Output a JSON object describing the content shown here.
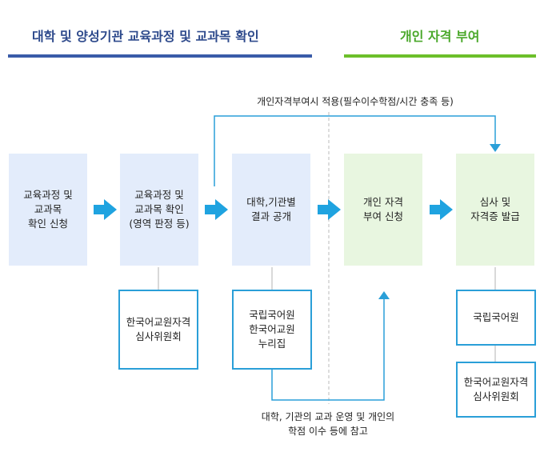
{
  "headers": {
    "left": "대학 및 양성기관 교육과정 및 교과목 확인",
    "right": "개인 자격 부여"
  },
  "notes": {
    "top": "개인자격부여시 적용(필수이수학점/시간 충족 등)",
    "bottom": "대학, 기관의 교과 운영 및 개인의\n학점 이수 등에 참고"
  },
  "steps": [
    {
      "label": "교육과정 및\n교과목\n확인 신청"
    },
    {
      "label": "교육과정 및\n교과목 확인\n(영역 판정 등)"
    },
    {
      "label": "대학,기관별\n결과 공개"
    },
    {
      "label": "개인 자격\n부여 신청"
    },
    {
      "label": "심사 및\n자격증 발급"
    }
  ],
  "organizations": [
    {
      "label": "한국어교원자격\n심사위원회"
    },
    {
      "label": "국립국어원\n한국어교원\n누리집"
    },
    {
      "label": "국립국어원"
    },
    {
      "label": "한국어교원자격\n심사위원회"
    }
  ],
  "colors": {
    "blue_header": "#2e4a8c",
    "green_header": "#4aa82a",
    "arrow": "#1fa3e0",
    "connector": "#2a9fd8",
    "blue_box": "#e3ecfb",
    "green_box": "#e8f6e0"
  }
}
